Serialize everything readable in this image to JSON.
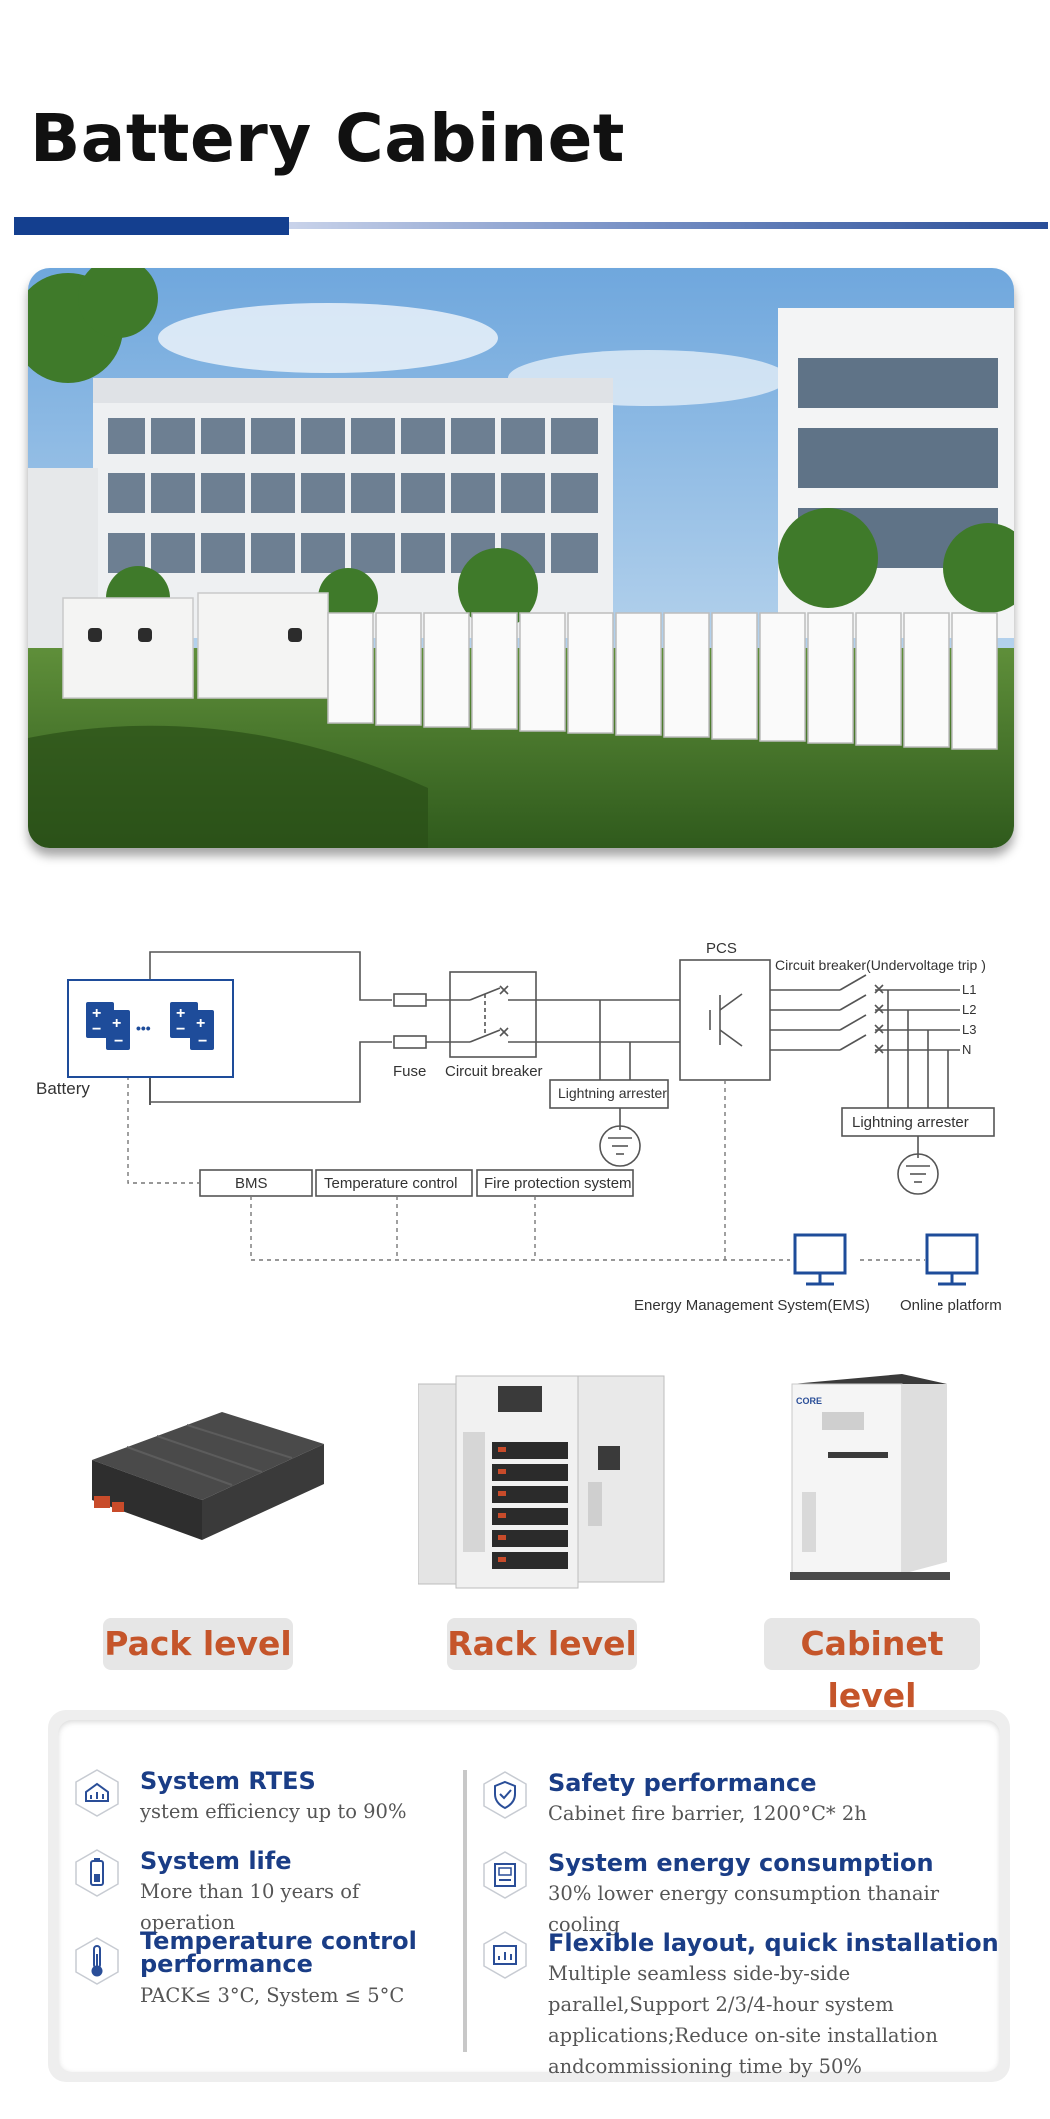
{
  "page": {
    "title": "Battery Cabinet"
  },
  "colors": {
    "accent_blue": "#143f8f",
    "label_orange": "#c5552a",
    "feature_title": "#1a3d86"
  },
  "diagram": {
    "battery": "Battery",
    "fuse": "Fuse",
    "circuit_breaker": "Circuit breaker",
    "lightning_arrester_1": "Lightning arrester",
    "pcs": "PCS",
    "circuit_breaker_uv": "Circuit breaker(Undervoltage trip )",
    "l1": "L1",
    "l2": "L2",
    "l3": "L3",
    "n": "N",
    "lightning_arrester_2": "Lightning arrester",
    "bms": "BMS",
    "temperature_control": "Temperature control",
    "fire_protection": "Fire protection system",
    "ems": "Energy Management System(EMS)",
    "online_platform": "Online platform"
  },
  "levels": {
    "pack": "Pack level",
    "rack": "Rack level",
    "cabinet": "Cabinet level",
    "cabinet_brand": "CORE"
  },
  "features": [
    {
      "title": "System RTES",
      "text": "ystem efficiency up to 90%",
      "icon": "chart-house-icon"
    },
    {
      "title": "System life",
      "text": "More than 10 years of operation",
      "icon": "battery-icon"
    },
    {
      "title": "Temperature control performance",
      "text": "PACK≤ 3°C, System ≤ 5°C",
      "icon": "thermometer-icon"
    },
    {
      "title": "Safety performance",
      "text": "Cabinet fire barrier, 1200°C* 2h",
      "icon": "shield-icon"
    },
    {
      "title": "System energy consumption",
      "text": "30% lower energy consumption thanair cooling",
      "icon": "energy-meter-icon"
    },
    {
      "title": "Flexible layout, quick installation",
      "text": "Multiple seamless side-by-side parallel,Support 2/3/4-hour system applications;Reduce on-site installation andcommissioning time by 50%",
      "icon": "layout-chart-icon"
    }
  ]
}
